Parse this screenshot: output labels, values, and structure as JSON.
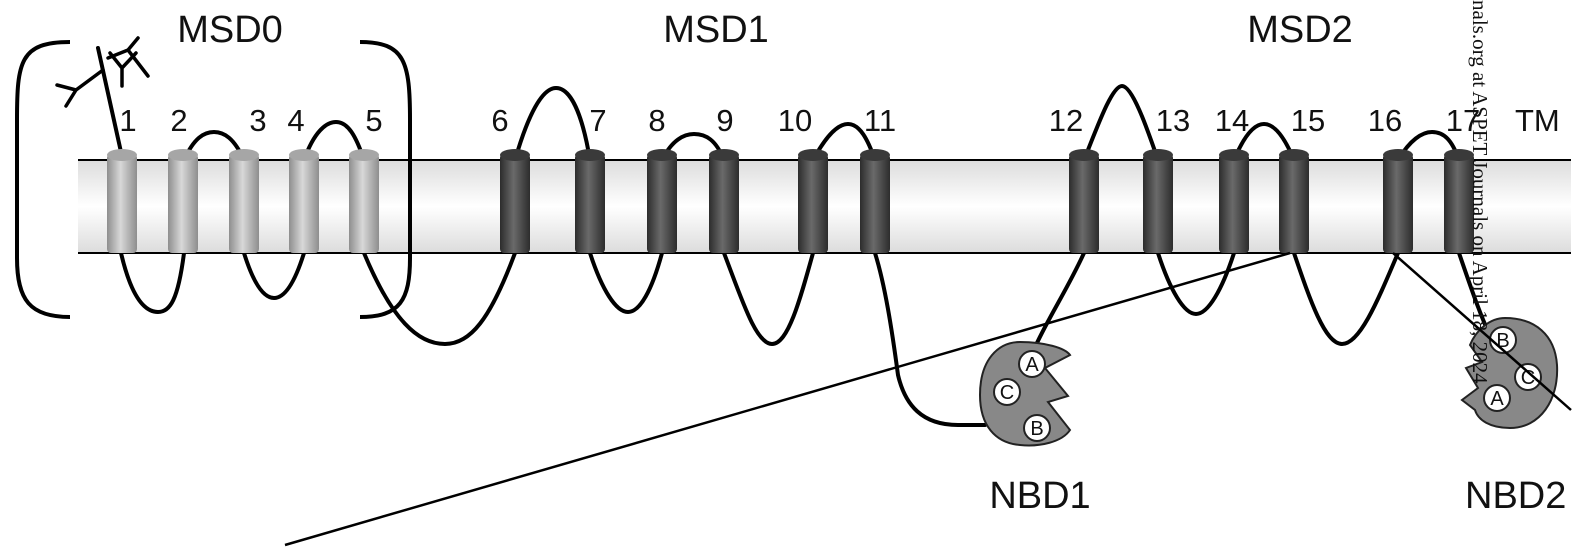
{
  "domains": {
    "msd0": "MSD0",
    "msd1": "MSD1",
    "msd2": "MSD2",
    "nbd1": "NBD1",
    "nbd2": "NBD2"
  },
  "tm_label": "TM",
  "helix_numbers": [
    "1",
    "2",
    "3",
    "4",
    "5",
    "6",
    "7",
    "8",
    "9",
    "10",
    "11",
    "12",
    "13",
    "14",
    "15",
    "16",
    "17"
  ],
  "nbd_sites": {
    "a": "A",
    "b": "B",
    "c": "C"
  },
  "watermark": "nals.org at ASPET Journals on April 18, 2024",
  "colors": {
    "membrane": "#f2f2f2",
    "msd0_helix": "#b5b5b5",
    "msd_helix": "#555555",
    "nbd_fill": "#8a8a8a",
    "line": "#000000"
  },
  "icons": [
    "glycosylation-branch-icon",
    "nbd-lobe-icon"
  ]
}
